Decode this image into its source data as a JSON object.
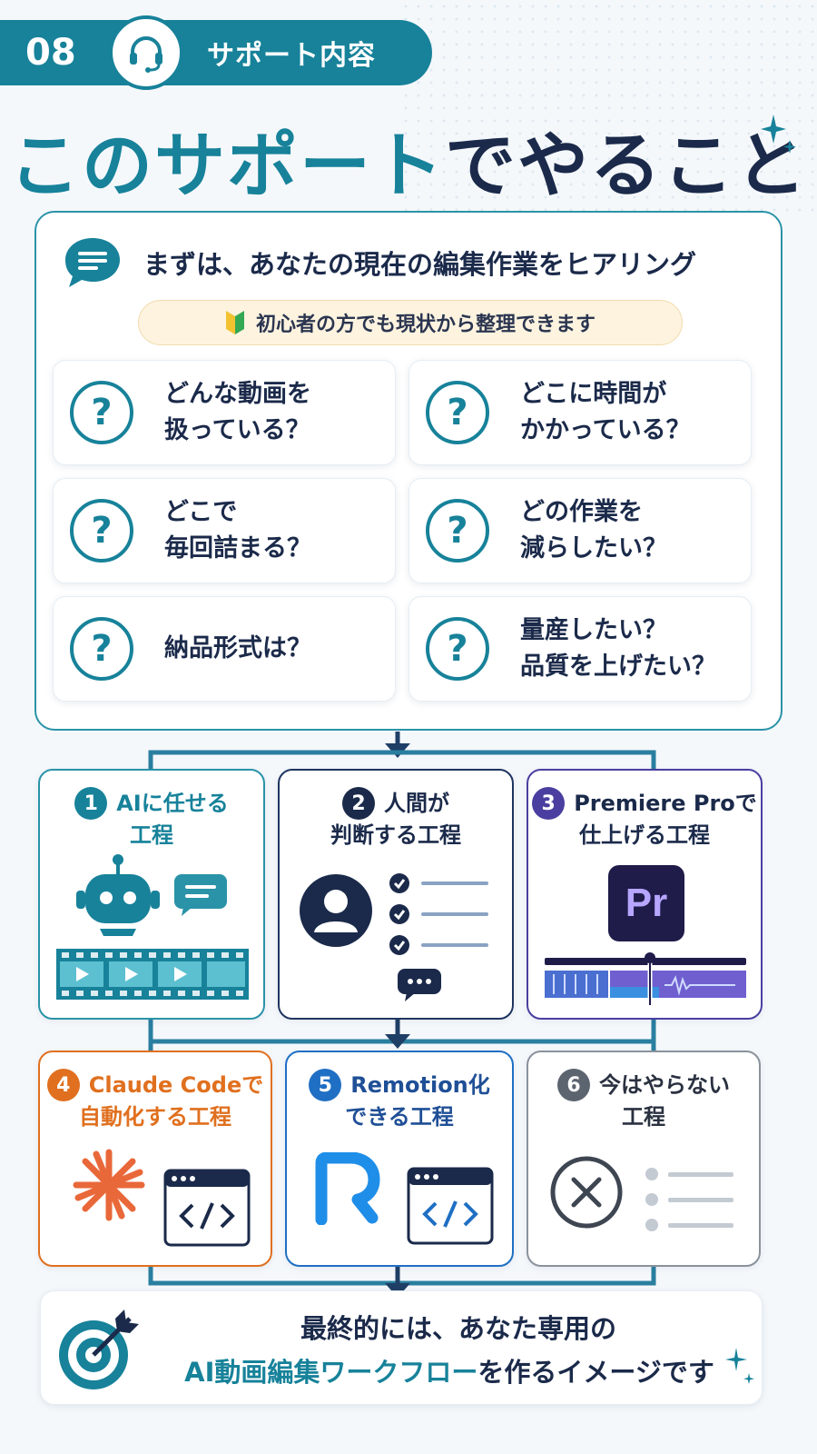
{
  "header": {
    "number": "08",
    "label": "サポート内容",
    "icon": "headset-icon"
  },
  "title": {
    "part1": "このサポート",
    "part2": "でやること"
  },
  "hearing": {
    "heading": "まずは、あなたの現在の編集作業をヒアリング",
    "note": "初心者の方でも現状から整理できます",
    "questions": [
      {
        "line1": "どんな動画を",
        "line2": "扱っている？"
      },
      {
        "line1": "どこに時間が",
        "line2": "かかっている？"
      },
      {
        "line1": "どこで",
        "line2": "毎回詰まる？"
      },
      {
        "line1": "どの作業を",
        "line2": "減らしたい？"
      },
      {
        "line1": "納品形式は？",
        "line2": ""
      },
      {
        "line1": "量産したい？",
        "line2": "品質を上げたい？"
      }
    ]
  },
  "processes": [
    {
      "num": "1",
      "line1": "AIに任せる",
      "line2": "工程",
      "color": "#17829a"
    },
    {
      "num": "2",
      "line1": "人間が",
      "line2": "判断する工程",
      "color": "#1b2a4a"
    },
    {
      "num": "3",
      "line1": "Premiere Proで",
      "line2": "仕上げる工程",
      "color": "#4a3fa0"
    },
    {
      "num": "4",
      "line1": "Claude Codeで",
      "line2": "自動化する工程",
      "color": "#e0701f"
    },
    {
      "num": "5",
      "line1": "Remotion化",
      "line2": "できる工程",
      "color": "#1f6fc4"
    },
    {
      "num": "6",
      "line1": "今はやらない",
      "line2": "工程",
      "color": "#5c6470"
    }
  ],
  "premiere_logo": "Pr",
  "final": {
    "line1": "最終的には、あなた専用の",
    "highlight": "AI動画編集ワークフロー",
    "rest": "を作るイメージです"
  }
}
